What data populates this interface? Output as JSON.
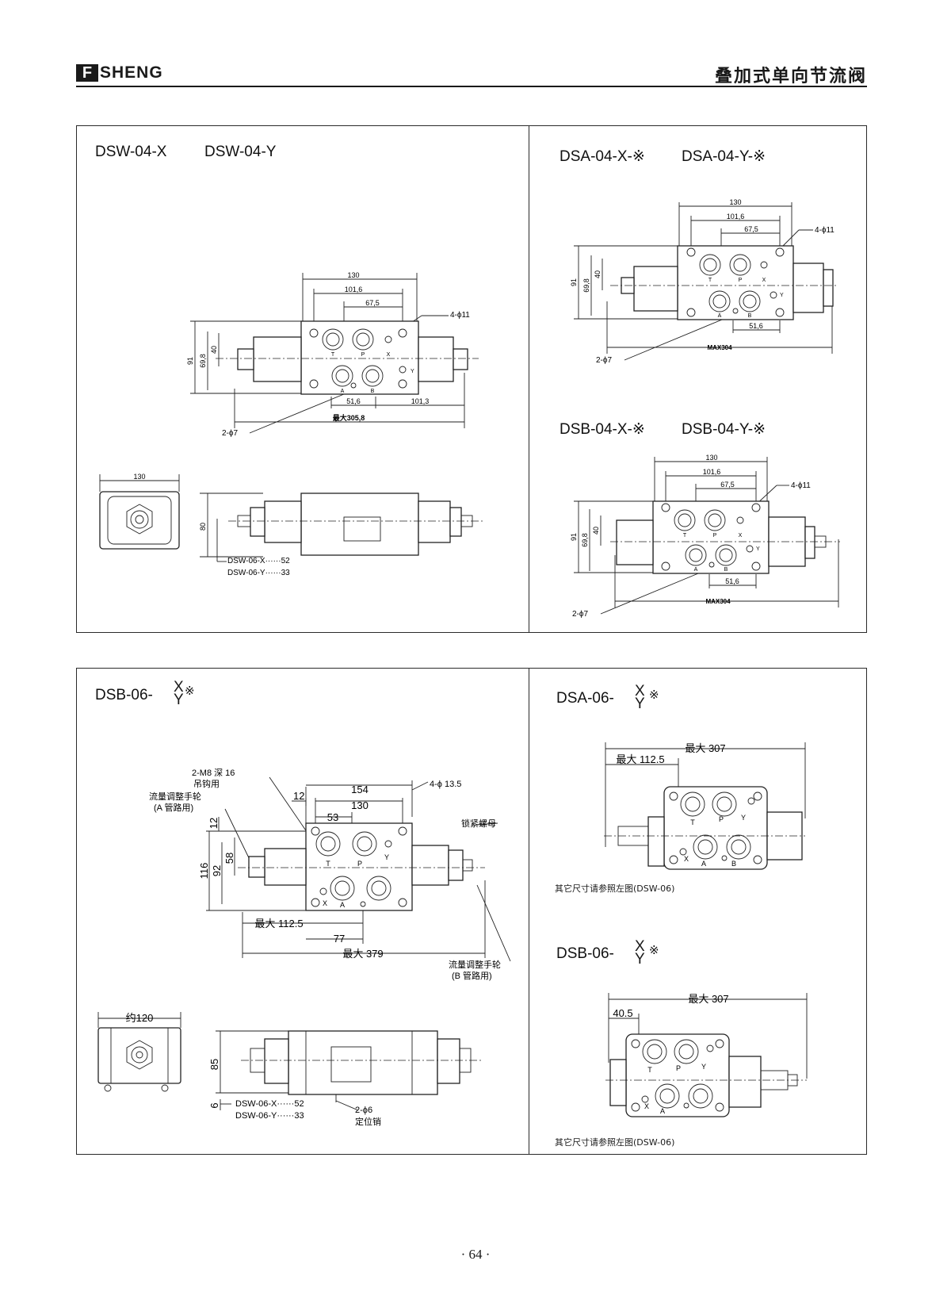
{
  "header": {
    "logo_mark": "F",
    "logo_text": "SHENG",
    "title": "叠加式单向节流阀"
  },
  "panels": {
    "p1": {
      "title_a": "DSW-04-X",
      "title_b": "DSW-04-Y",
      "dims": {
        "w130": "130",
        "w1016": "101,6",
        "w675": "67,5",
        "hole4": "4-ϕ11",
        "h91": "91",
        "h698": "69,8",
        "h40": "40",
        "w516": "51,6",
        "w1013": "101,3",
        "max": "最大305,8",
        "pin": "2-ϕ7",
        "T": "T",
        "P": "P",
        "X": "X",
        "A": "A",
        "B": "B",
        "Y": "Y"
      },
      "side_w130": "130",
      "side_h80": "80",
      "note_x": "DSW-06-X······52",
      "note_y": "DSW-06-Y······33"
    },
    "p2": {
      "title_a": "DSA-04-X-※",
      "title_b": "DSA-04-Y-※",
      "dims": {
        "w130": "130",
        "w1016": "101,6",
        "w675": "67,5",
        "hole4": "4-ϕ11",
        "h91": "91",
        "h698": "69,8",
        "h40": "40",
        "w516": "51,6",
        "max": "MAX304",
        "pin": "2-ϕ7",
        "T": "T",
        "P": "P",
        "X": "X",
        "A": "A",
        "B": "B",
        "Y": "Y"
      }
    },
    "p3": {
      "title_a": "DSB-04-X-※",
      "title_b": "DSB-04-Y-※",
      "dims": {
        "w130": "130",
        "w1016": "101,6",
        "w675": "67,5",
        "hole4": "4-ϕ11",
        "h91": "91",
        "h698": "69,8",
        "h40": "40",
        "w516": "51,6",
        "max": "MAX304",
        "pin": "2-ϕ7",
        "T": "T",
        "P": "P",
        "X": "X",
        "A": "A",
        "B": "B",
        "Y": "Y"
      }
    },
    "p4": {
      "title_prefix": "DSB-06-",
      "title_x": "X",
      "title_y": "Y",
      "title_mark": "※",
      "dims": {
        "m8": "2-M8  深 16",
        "hook": "吊钩用",
        "handwheel_a": "流量调整手轮",
        "handwheel_a_sub": "(A 管路用)",
        "w154": "154",
        "w130": "130",
        "w53": "53",
        "w12": "12",
        "h12": "12",
        "hole4": "4-ϕ 13.5",
        "locknut": "锁紧螺母",
        "h116": "116",
        "h92": "92",
        "h58": "58",
        "w1125": "最大 112.5",
        "w77": "77",
        "max": "最大 379",
        "handwheel_b": "流量调整手轮",
        "handwheel_b_sub": "(B 管路用)",
        "T": "T",
        "P": "P",
        "Y": "Y",
        "X": "X",
        "A": "A"
      },
      "side_w": "约120",
      "side_h85": "85",
      "side_h6": "6",
      "pin": "2-ϕ6",
      "pin_sub": "定位销",
      "note_x": "DSW-06-X······52",
      "note_y": "DSW-06-Y······33"
    },
    "p5": {
      "title_prefix": "DSA-06-",
      "title_x": "X",
      "title_y": "Y",
      "title_mark": "※",
      "dims": {
        "max": "最大 307",
        "w1125": "最大 112.5",
        "T": "T",
        "P": "P",
        "Y": "Y",
        "X": "X",
        "A": "A",
        "B": "B"
      },
      "note": "其它尺寸请参照左图(DSW-06)"
    },
    "p6": {
      "title_prefix": "DSB-06-",
      "title_x": "X",
      "title_y": "Y",
      "title_mark": "※",
      "dims": {
        "max": "最大 307",
        "w405": "40.5",
        "T": "T",
        "P": "P",
        "Y": "Y",
        "X": "X",
        "A": "A"
      },
      "note": "其它尺寸请参照左图(DSW-06)"
    }
  },
  "page_number": "· 64 ·"
}
